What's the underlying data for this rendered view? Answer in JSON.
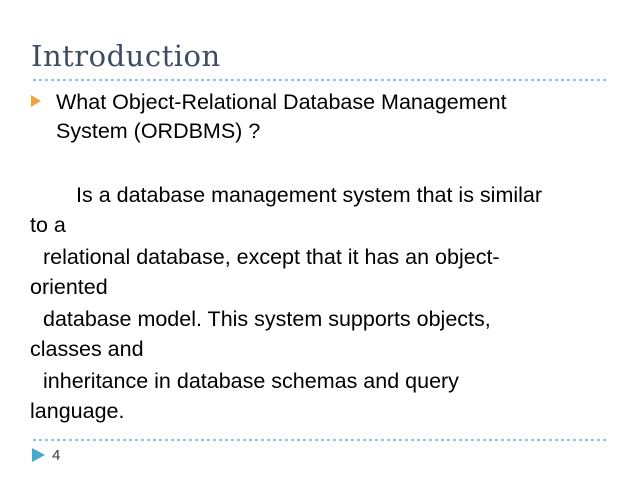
{
  "slide": {
    "title": "Introduction",
    "bullet": {
      "lines": [
        "What Object-Relational Database Management",
        "System (ORDBMS) ?"
      ]
    },
    "body": {
      "paragraphs": [
        {
          "lines": [
            "Is a database management system that is similar",
            "to a"
          ]
        },
        {
          "lines": [
            "relational database, except that it has an object-",
            "oriented"
          ]
        },
        {
          "lines": [
            "database model. This system supports objects,",
            "classes and"
          ]
        },
        {
          "lines": [
            "inheritance in database schemas and query",
            "language."
          ]
        }
      ]
    },
    "footer": {
      "page_number": "4"
    },
    "colors": {
      "title_text": "#3E4C63",
      "dotted_rule": "#8CC3D9",
      "bullet_arrow": "#F0A33A",
      "page_arrow": "#47A9C5",
      "page_number_text": "#3C3C3C",
      "body_text": "#000000",
      "background": "#FFFFFF"
    }
  }
}
